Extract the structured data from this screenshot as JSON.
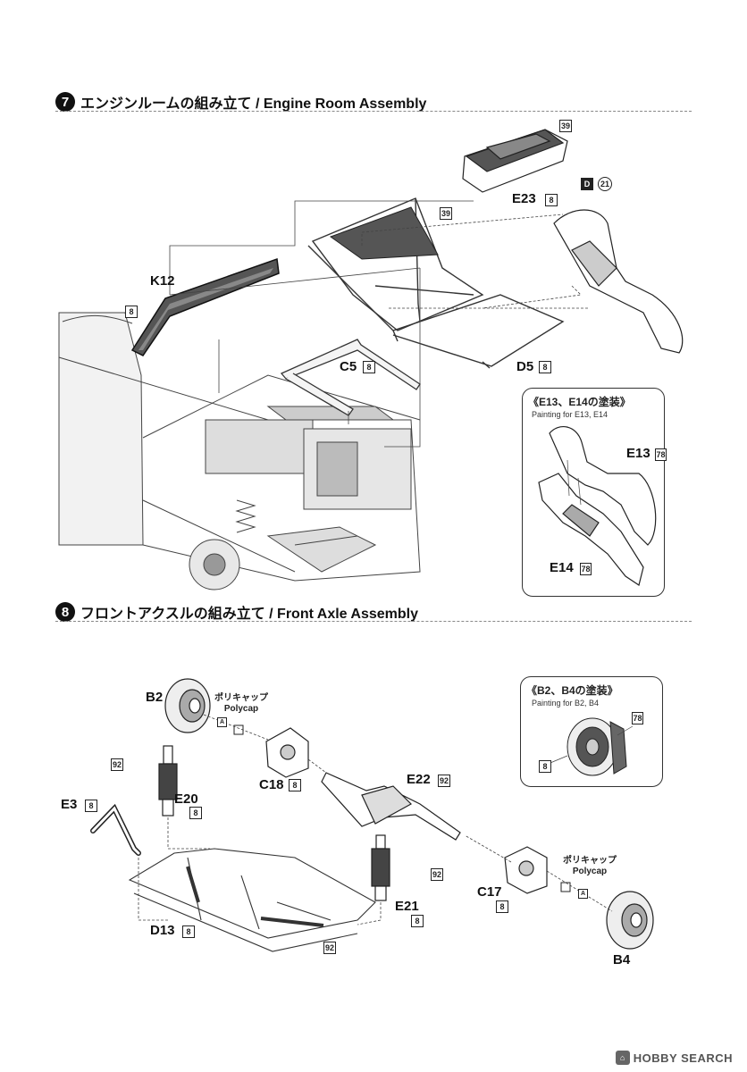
{
  "step7": {
    "number": "7",
    "title": "エンジンルームの組み立て / Engine Room Assembly",
    "parts": {
      "e23": "E23",
      "e23_color": "8",
      "e23_top": "39",
      "decal_d": "D",
      "decal_num": "21",
      "k12": "K12",
      "k12_color": "8",
      "frame_color": "39",
      "c5": "C5",
      "c5_color": "8",
      "d5": "D5",
      "d5_color": "8"
    },
    "inset": {
      "title": "《E13、E14の塗装》",
      "subtitle": "Painting for E13, E14",
      "e13": "E13",
      "e13_color": "78",
      "e14": "E14",
      "e14_color": "78"
    }
  },
  "step8": {
    "number": "8",
    "title": "フロントアクスルの組み立て / Front Axle Assembly",
    "parts": {
      "b2": "B2",
      "polycap_jp": "ポリキャップ",
      "polycap_en": "Polycap",
      "polycap_mark": "A",
      "shock_color_left": "92",
      "e20": "E20",
      "e20_color": "8",
      "c18": "C18",
      "c18_color": "8",
      "e22": "E22",
      "e22_color": "92",
      "e3": "E3",
      "e3_color": "8",
      "shock_color_right": "92",
      "e21": "E21",
      "e21_color": "8",
      "c17": "C17",
      "c17_color": "8",
      "polycap2_jp": "ポリキャップ",
      "polycap2_en": "Polycap",
      "polycap2_mark": "A",
      "d13": "D13",
      "d13_color": "8",
      "link_color": "92",
      "b4": "B4"
    },
    "inset": {
      "title": "《B2、B4の塗装》",
      "subtitle": "Painting for B2, B4",
      "hub_color": "78",
      "disc_color": "8"
    }
  },
  "watermark": "HOBBY SEARCH"
}
